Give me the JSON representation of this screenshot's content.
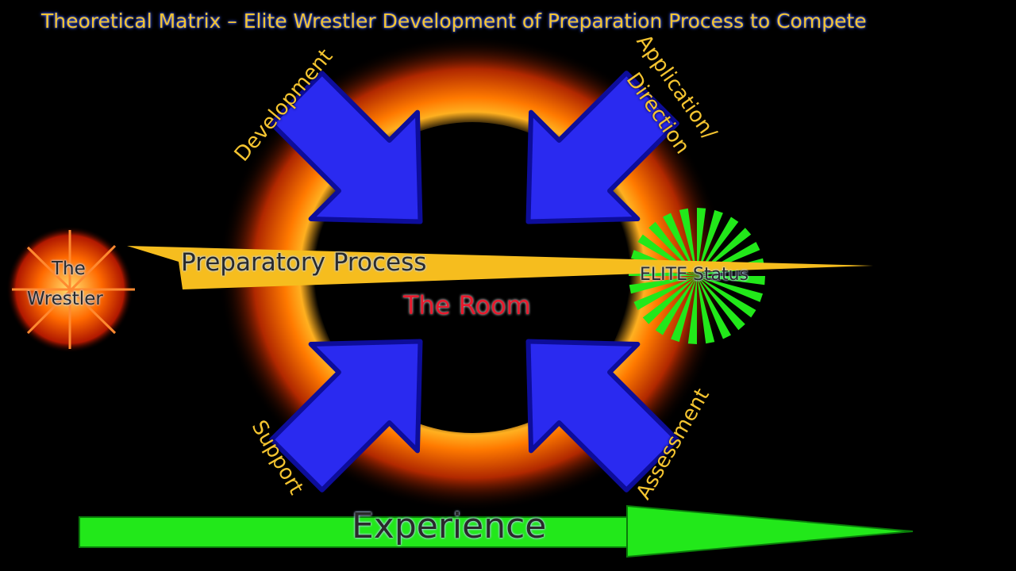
{
  "title": "Theoretical Matrix – Elite Wrestler Development of Preparation Process to Compete",
  "labels": {
    "development": "Development",
    "application": "Application/",
    "direction": "Direction",
    "support": "Support",
    "assessment": "Assessment",
    "wrestler_line1": "The",
    "wrestler_line2": "Wrestler",
    "preparatory": "Preparatory Process",
    "room": "The Room",
    "elite": "ELITE Status",
    "experience": "Experience"
  },
  "colors": {
    "arrow_blue": "#2a2af0",
    "wedge_yellow": "#f6bd1e",
    "experience_green": "#22e81a",
    "title_yellow": "#f4c430",
    "room_red": "#e8192c"
  }
}
